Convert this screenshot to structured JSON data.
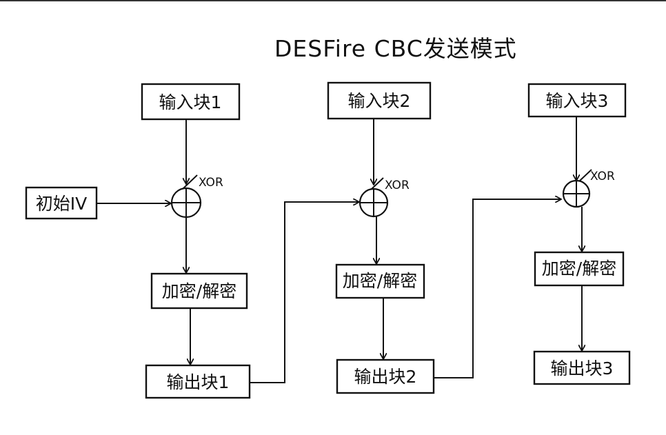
{
  "diagram": {
    "title": "DESFire CBC发送模式",
    "xor_label": "XOR",
    "iv_label": "初始IV",
    "columns": [
      {
        "input": "输入块1",
        "cipher": "加密/解密",
        "output": "输出块1"
      },
      {
        "input": "输入块2",
        "cipher": "加密/解密",
        "output": "输出块2"
      },
      {
        "input": "输入块3",
        "cipher": "加密/解密",
        "output": "输出块3"
      }
    ]
  }
}
